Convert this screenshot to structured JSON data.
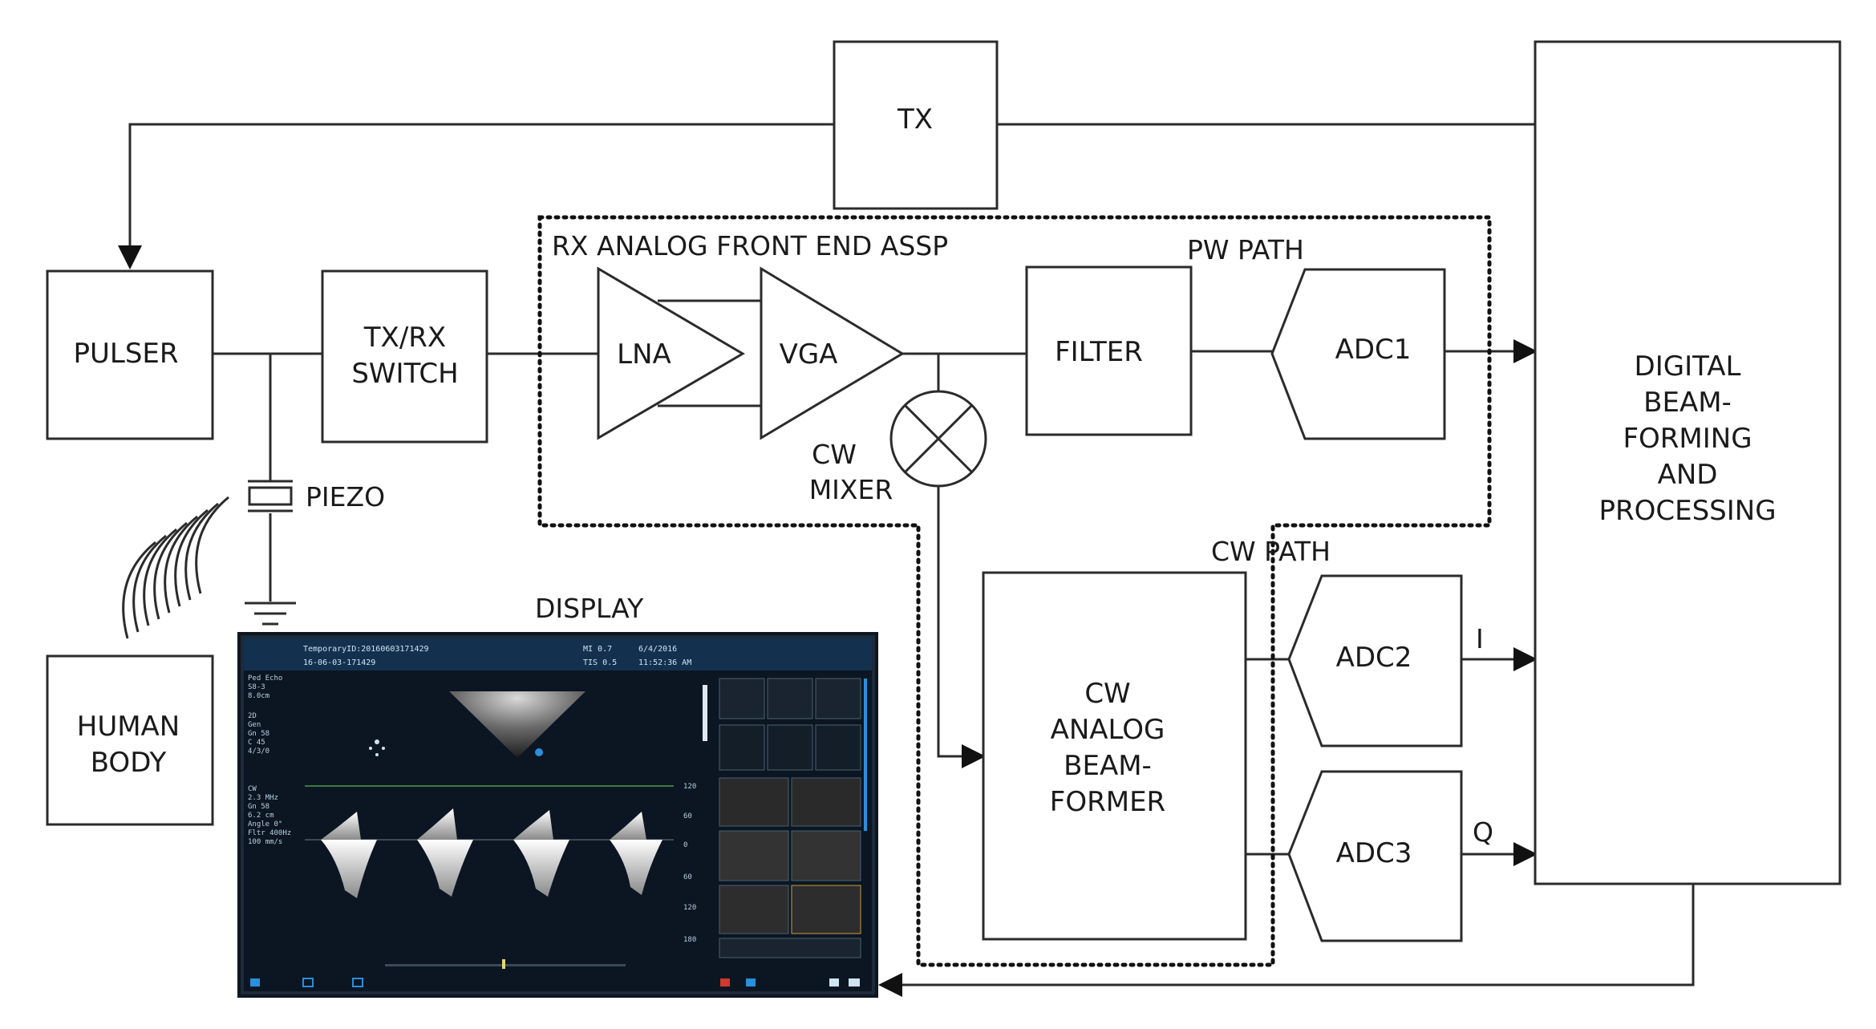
{
  "blocks": {
    "tx": "TX",
    "pulser": "PULSER",
    "txrx_switch": [
      "TX/RX",
      "SWITCH"
    ],
    "lna": "LNA",
    "vga": "VGA",
    "filter": "FILTER",
    "adc1": "ADC1",
    "adc2": "ADC2",
    "adc3": "ADC3",
    "human_body": [
      "HUMAN",
      "BODY"
    ],
    "cw_beamformer": [
      "CW",
      "ANALOG",
      "BEAM-",
      "FORMER"
    ],
    "digital": [
      "DIGITAL",
      "BEAM-",
      "FORMING",
      "AND",
      "PROCESSING"
    ]
  },
  "labels": {
    "rx_afe": "RX ANALOG FRONT END ASSP",
    "pw_path": "PW PATH",
    "cw_path": "CW PATH",
    "cw_mixer": [
      "CW",
      "MIXER"
    ],
    "piezo": "PIEZO",
    "display": "DISPLAY",
    "i_out": "I",
    "q_out": "Q"
  },
  "monitor": {
    "header_left": [
      "TemporaryID:20160603171429",
      "16-06-03-171429"
    ],
    "header_mid": [
      "MI 0.7",
      "TIS 0.5"
    ],
    "header_right": [
      "6/4/2016",
      "11:52:36 AM"
    ],
    "panel_2d": [
      "Ped Echo",
      "S8-3",
      "8.0cm",
      "",
      "2D",
      "Gen",
      "Gn 58",
      "C 45",
      "4/3/0"
    ],
    "panel_cw": [
      "CW",
      "2.3 MHz",
      "Gn 58",
      "6.2 cm",
      "Angle 0°",
      "Fltr 400Hz",
      "100 mm/s"
    ],
    "scale_ticks": [
      "120",
      "60",
      "0",
      "60",
      "120",
      "180"
    ],
    "colors": {
      "screen": "#0b1622",
      "header": "#13314f",
      "bezel": "#1c2a3a"
    }
  }
}
